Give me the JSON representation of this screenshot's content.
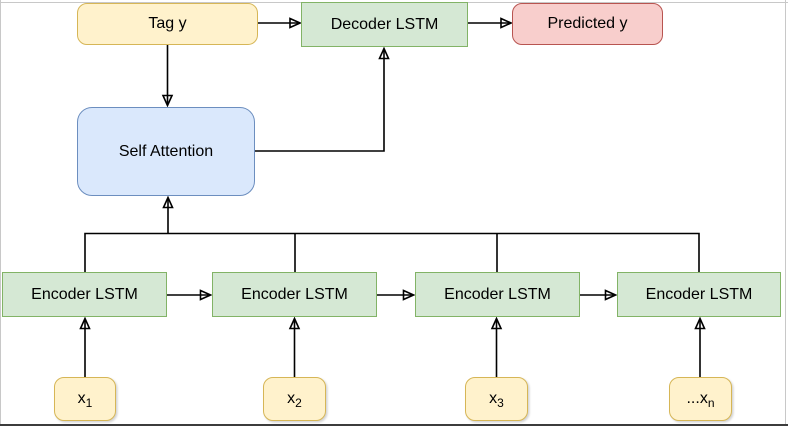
{
  "diagram": {
    "nodes": {
      "tag_y": "Tag y",
      "decoder_lstm": "Decoder LSTM",
      "predicted_y": "Predicted y",
      "self_attention": "Self Attention"
    },
    "encoders": [
      {
        "label": "Encoder LSTM"
      },
      {
        "label": "Encoder LSTM"
      },
      {
        "label": "Encoder LSTM"
      },
      {
        "label": "Encoder LSTM"
      }
    ],
    "inputs": [
      {
        "base": "x",
        "sub": "1"
      },
      {
        "base": "x",
        "sub": "2"
      },
      {
        "base": "x",
        "sub": "3"
      },
      {
        "base": "...x",
        "sub": "n"
      }
    ],
    "colors": {
      "yellow_fill": "#FFF2CC",
      "yellow_stroke": "#D6B656",
      "green_fill": "#D5E8D4",
      "green_stroke": "#82B366",
      "blue_fill": "#DAE8FC",
      "blue_stroke": "#6C8EBF",
      "red_fill": "#F8CECC",
      "red_stroke": "#B85450",
      "connector": "#000000",
      "canvas_border": "#C8C8C8",
      "bottom_edge": "#3C3C3C"
    }
  }
}
